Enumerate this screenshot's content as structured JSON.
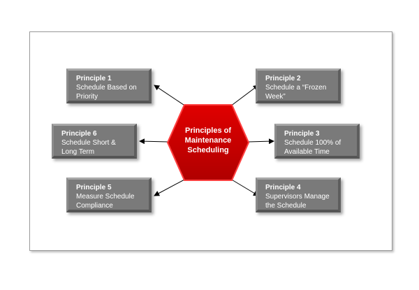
{
  "center": {
    "line1": "Principles of",
    "line2": "Maintenance",
    "line3": "Scheduling"
  },
  "principles": [
    {
      "title": "Principle 1",
      "text": "Schedule Based on Priority"
    },
    {
      "title": "Principle 2",
      "text": "Schedule a “Frozen Week”"
    },
    {
      "title": "Principle 3",
      "text": "Schedule 100% of Available Time"
    },
    {
      "title": "Principle 4",
      "text": "Supervisors Manage the Schedule"
    },
    {
      "title": "Principle 5",
      "text": "Measure Schedule Compliance"
    },
    {
      "title": "Principle 6",
      "text": "Schedule Short & Long Term"
    }
  ],
  "colors": {
    "hex": "#d10000",
    "box": "#7a7a7a"
  }
}
